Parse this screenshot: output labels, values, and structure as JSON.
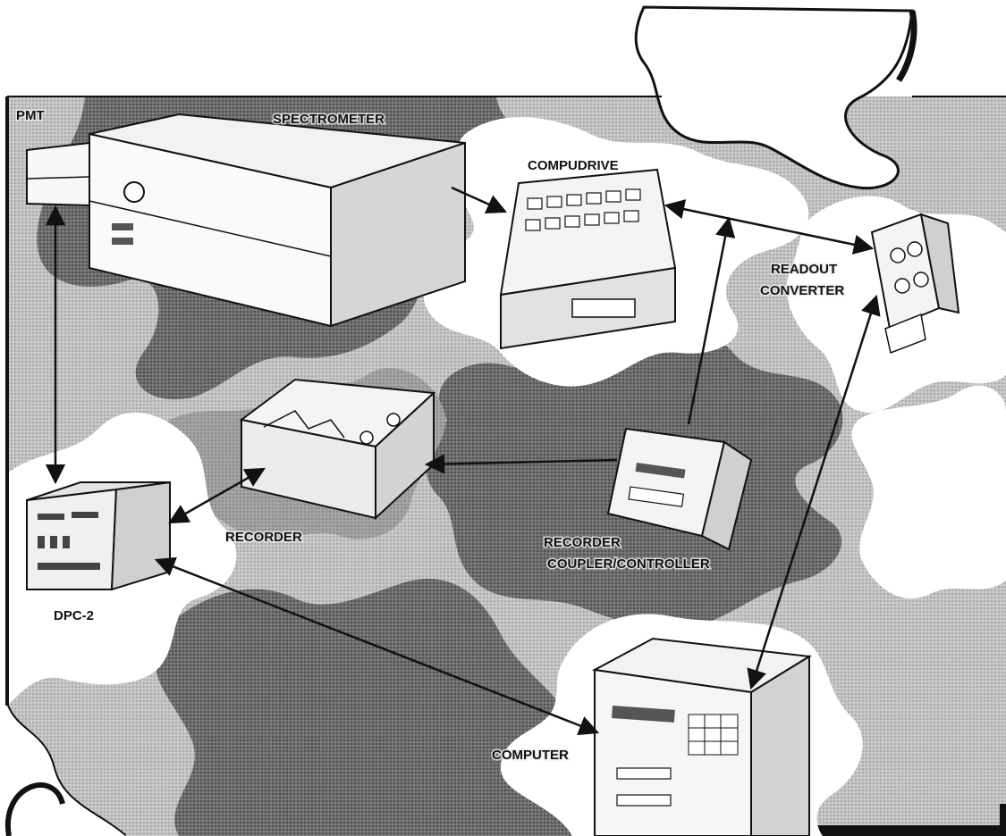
{
  "colors": {
    "paper": "#ffffff",
    "ink": "#111111",
    "light_screen": "#c4c4c4",
    "dark_screen": "#6e6e6e",
    "equipment_face": "#f2f2f2"
  },
  "components": {
    "pmt": "PMT",
    "spectrometer": "SPECTROMETER",
    "compudrive": "COMPUDRIVE",
    "readout_converter_line1": "READOUT",
    "readout_converter_line2": "CONVERTER",
    "recorder": "RECORDER",
    "recorder_coupler_line1": "RECORDER",
    "recorder_coupler_line2": "COUPLER/CONTROLLER",
    "dpc2": "DPC-2",
    "computer": "COMPUTER"
  },
  "connections": [
    {
      "from": "spectrometer",
      "to": "compudrive"
    },
    {
      "from": "compudrive",
      "to": "readout_converter"
    },
    {
      "from": "recorder_coupler",
      "to": "compudrive"
    },
    {
      "from": "pmt",
      "to": "dpc2"
    },
    {
      "from": "dpc2",
      "to": "recorder"
    },
    {
      "from": "recorder_coupler",
      "to": "recorder"
    },
    {
      "from": "dpc2",
      "to": "computer"
    },
    {
      "from": "readout_converter",
      "to": "computer"
    }
  ]
}
